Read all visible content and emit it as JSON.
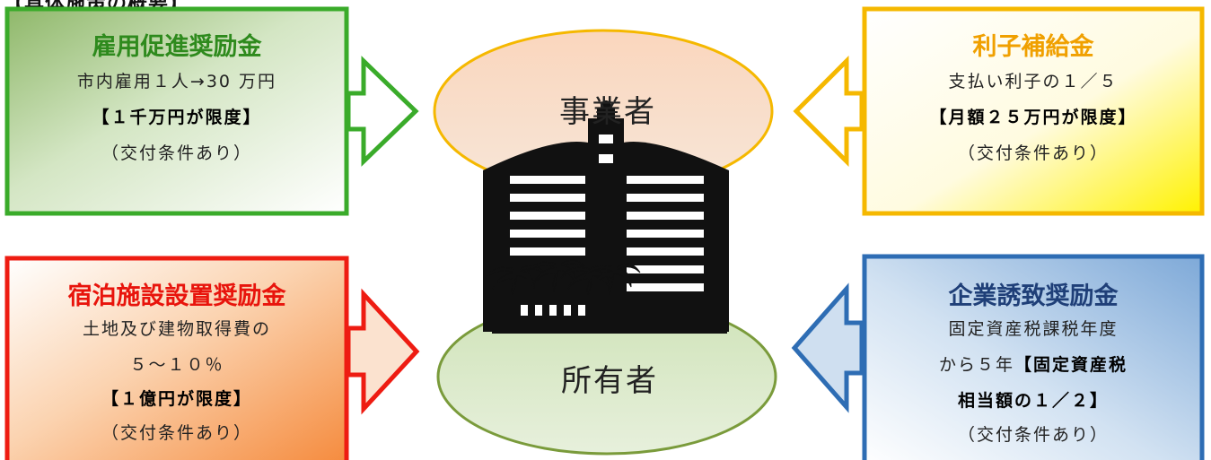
{
  "header": {
    "title": "【具体施策の概要】"
  },
  "boxes": {
    "employment": {
      "title": "雇用促進奨励金",
      "line1": "市内雇用１人→30 万円",
      "line2": "【１千万円が限度】",
      "line3": "（交付条件あり）",
      "title_color": "#2e8a1d",
      "border_color": "#3aab2a"
    },
    "interest": {
      "title": "利子補給金",
      "line1": "支払い利子の１／５",
      "line2": "【月額２５万円が限度】",
      "line3": "（交付条件あり）",
      "title_color": "#f0a000",
      "border_color": "#f5b800"
    },
    "lodging": {
      "title": "宿泊施設設置奨励金",
      "line1": "土地及び建物取得費の",
      "line2": "５～１０％",
      "line3": "【１億円が限度】",
      "line4": "（交付条件あり）",
      "title_color": "#e8140c",
      "border_color": "#ee1c12"
    },
    "attraction": {
      "title": "企業誘致奨励金",
      "line1": "固定資産税課税年度",
      "line2a": "から５年",
      "line2b": "【固定資産税",
      "line3": "相当額の１／２】",
      "line4": "（交付条件あり）",
      "title_color": "#1f3f78",
      "border_color": "#2e6db4"
    }
  },
  "center": {
    "top_ellipse": "事業者",
    "bottom_ellipse": "所有者",
    "building_icon": "hotel-building-icon",
    "palm_icon": "palm-tree-icon"
  }
}
